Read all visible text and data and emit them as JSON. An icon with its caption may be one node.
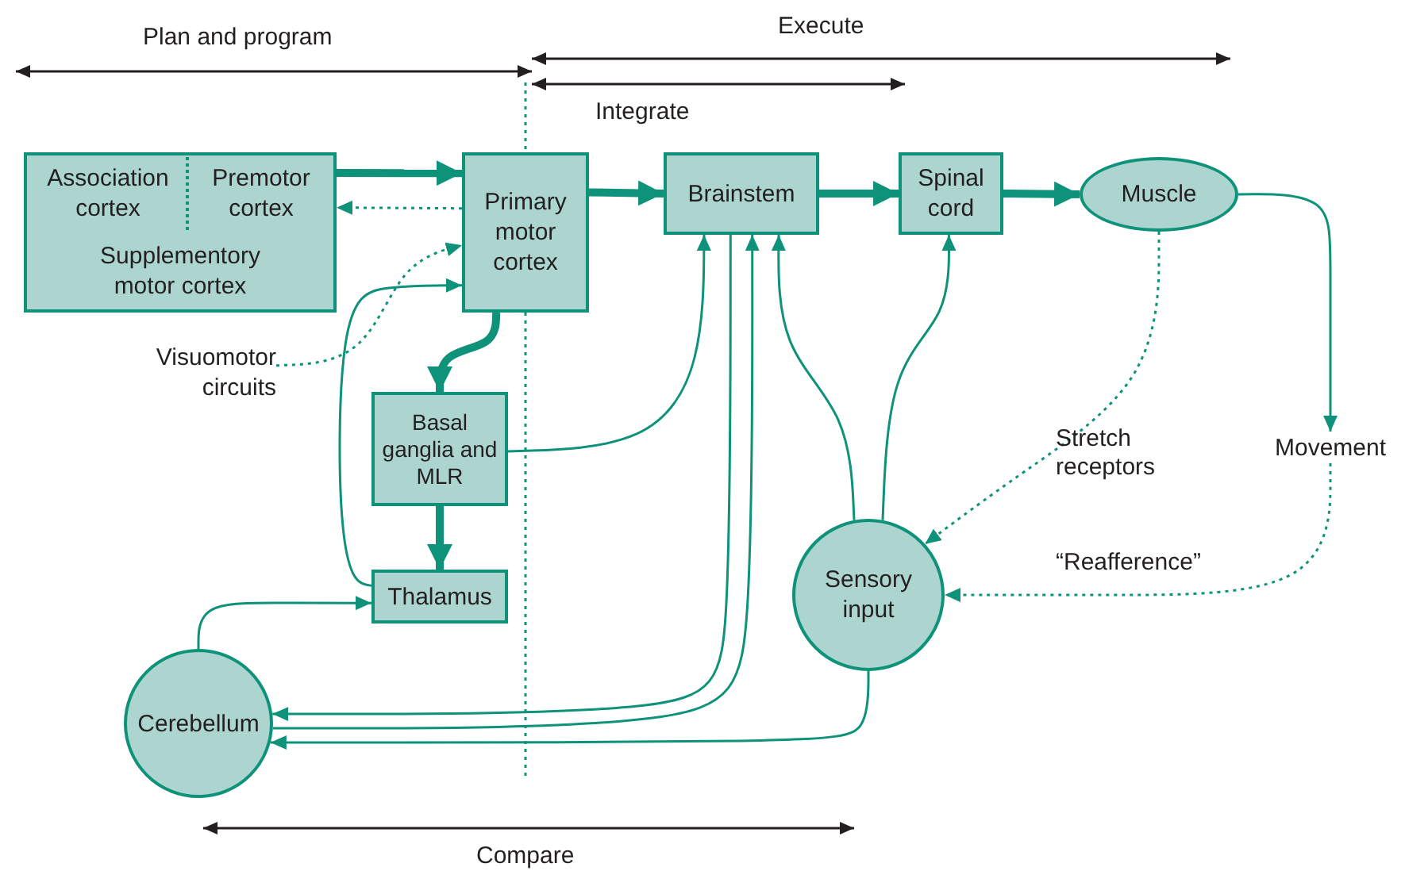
{
  "diagram": {
    "nodes": [
      {
        "text": [
          "Association cortex"
        ]
      },
      {
        "text": [
          "Premotor cortex"
        ]
      },
      {
        "text": [
          "Supplementory motor cortex"
        ]
      },
      {
        "text": [
          "Primary motor cortex"
        ]
      },
      {
        "text": [
          "Brainstem"
        ]
      },
      {
        "text": [
          "Spinal cord"
        ]
      },
      {
        "text": [
          "Muscle"
        ]
      },
      {
        "text": [
          "Visuomotor circuits"
        ]
      },
      {
        "text": [
          "Basal ganglia and MLR"
        ]
      },
      {
        "text": [
          "Thalamus"
        ]
      },
      {
        "text": [
          "Movement"
        ]
      },
      {
        "text": [
          "Sensory input"
        ]
      },
      {
        "text": [
          "Cerebellum"
        ]
      }
    ],
    "edges": [
      {
        "from": 1,
        "to": 3,
        "arrow": "to",
        "style": "thick"
      },
      {
        "from": 3,
        "to": 1,
        "arrow": "to",
        "style": "dashed"
      },
      {
        "from": 7,
        "to": 3,
        "arrow": "to",
        "style": "dashed"
      },
      {
        "from": 9,
        "to": 3,
        "arrow": "to"
      },
      {
        "from": 3,
        "to": 4,
        "arrow": "to",
        "style": "thick"
      },
      {
        "from": 4,
        "to": 5,
        "arrow": "to",
        "style": "thick"
      },
      {
        "from": 5,
        "to": 6,
        "arrow": "to",
        "style": "thick"
      },
      {
        "from": 3,
        "to": 8,
        "arrow": "to",
        "style": "thick"
      },
      {
        "from": 8,
        "to": 9,
        "arrow": "to",
        "style": "thick"
      },
      {
        "from": 8,
        "to": 4,
        "arrow": "to"
      },
      {
        "from": 4,
        "to": 12,
        "arrow": "to"
      },
      {
        "from": 12,
        "to": 4,
        "arrow": "to"
      },
      {
        "from": 11,
        "to": 4,
        "arrow": "to"
      },
      {
        "from": 11,
        "to": 5,
        "arrow": "to"
      },
      {
        "from": 11,
        "to": 12,
        "arrow": "to"
      },
      {
        "from": 12,
        "to": 9,
        "arrow": "to"
      },
      {
        "from": 6,
        "to": 11,
        "arrow": "to",
        "style": "dashed"
      },
      {
        "from": 6,
        "to": 10,
        "arrow": "to"
      },
      {
        "from": 10,
        "to": 11,
        "arrow": "to",
        "style": "dashed",
        "label": "“Reafference”"
      }
    ],
    "labels": [
      "Execute",
      "Plan and program",
      "Integrate",
      "Stretch receptors",
      "Compare"
    ]
  }
}
